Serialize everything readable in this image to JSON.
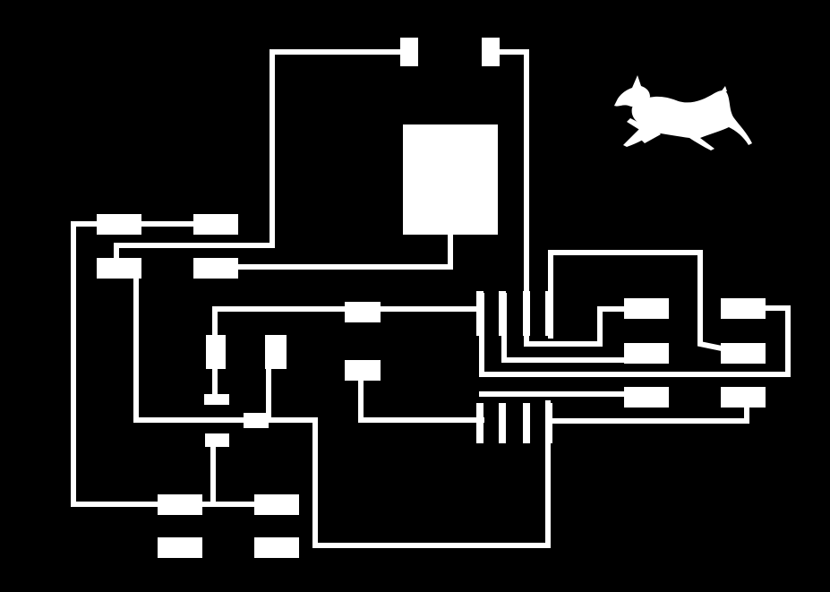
{
  "colors": {
    "background": "#000000",
    "foreground": "#ffffff"
  },
  "diagram": {
    "kind": "pcb-layout",
    "layers": [
      "traces",
      "pads",
      "component"
    ],
    "logo": {
      "icon": "running-dog-icon"
    }
  }
}
